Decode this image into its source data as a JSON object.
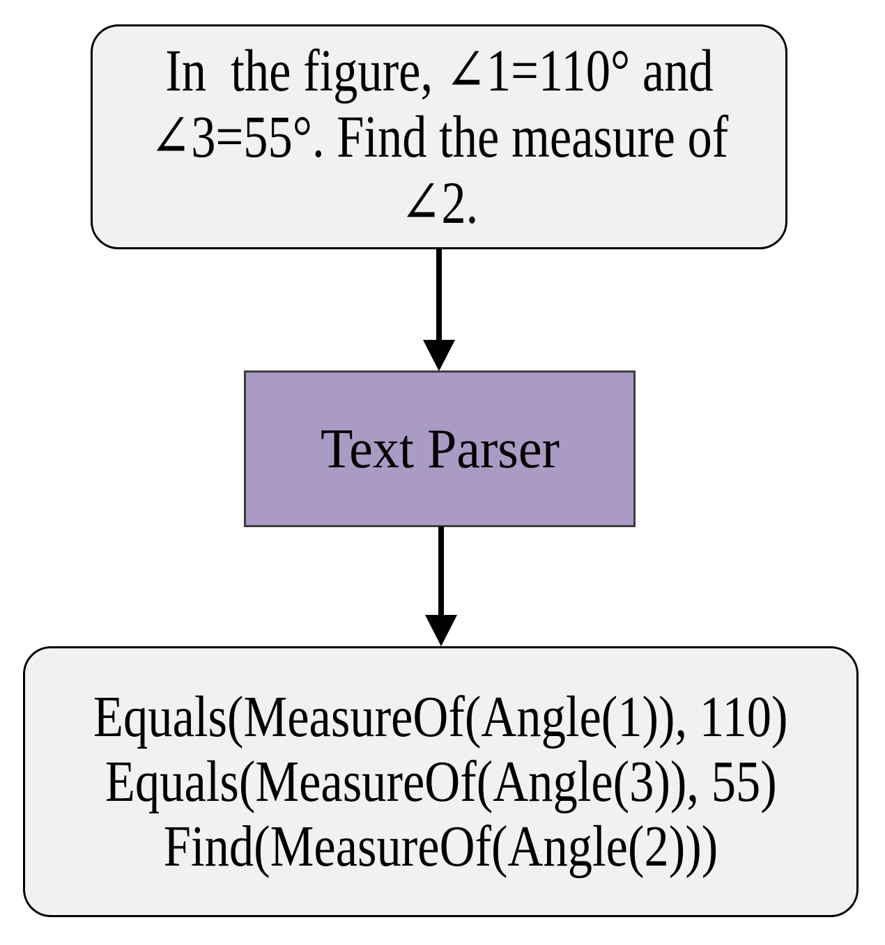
{
  "diagram": {
    "problem_box": {
      "lines": [
        "In  the figure, ∠1=110° and",
        "∠3=55°. Find the measure of",
        "∠2."
      ]
    },
    "parser_box": {
      "label": "Text Parser"
    },
    "output_box": {
      "lines": [
        "Equals(MeasureOf(Angle(1)), 110)",
        "Equals(MeasureOf(Angle(3)), 55)",
        "Find(MeasureOf(Angle(2)))"
      ]
    },
    "colors": {
      "statement_box_fill": "#f1f1f1",
      "statement_box_border": "#000000",
      "parser_box_fill": "#a99bc3",
      "parser_box_border": "#3d3d3d",
      "arrow_color": "#000000",
      "text_color": "#000000",
      "background": "#ffffff"
    }
  }
}
